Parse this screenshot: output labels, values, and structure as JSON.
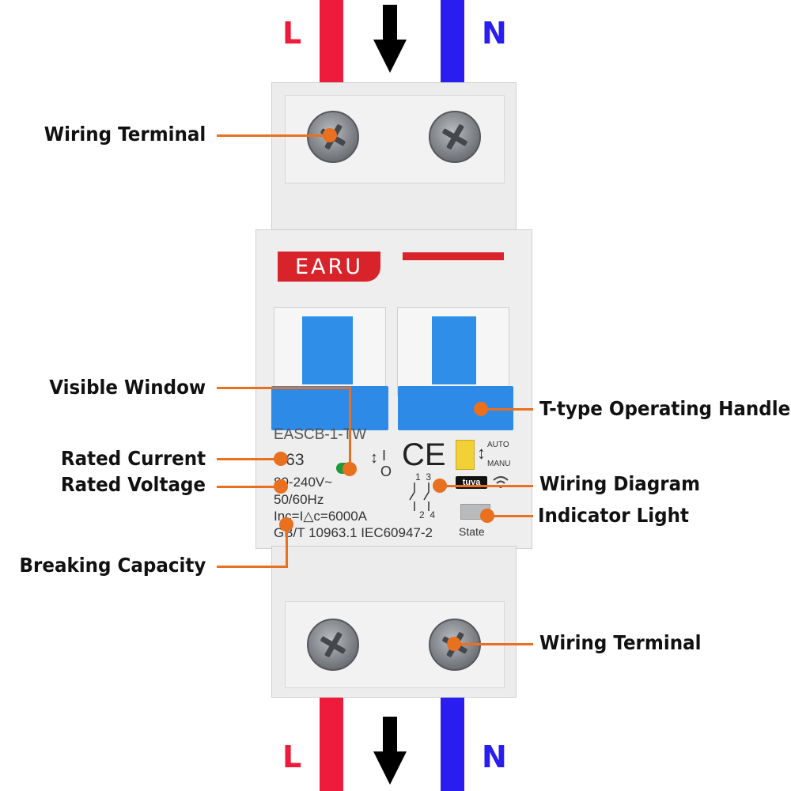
{
  "wires": {
    "line_label": "L",
    "neutral_label": "N"
  },
  "brand": {
    "logo_text": "EARU"
  },
  "device": {
    "model": "EASCB-1-TW",
    "rated_current": "C63",
    "rated_voltage": "80-240V~",
    "frequency": "50/60Hz",
    "breaking_capacity": "Inc=I△c=6000A",
    "standards": "GB/T 10963.1 IEC60947-2",
    "ce_mark": "CE",
    "switch_on": "I",
    "switch_off": "O",
    "mode_auto": "AUTO",
    "mode_manu": "MANU",
    "terminal_top": "1  3",
    "terminal_bottom": "2  4",
    "brand_badge": "tuya",
    "state_label": "State"
  },
  "callouts": {
    "wiring_terminal_top": "Wiring Terminal",
    "visible_window": "Visible Window",
    "rated_current": "Rated Current",
    "rated_voltage": "Rated Voltage",
    "breaking_capacity": "Breaking Capacity",
    "operating_handle": "T-type Operating Handle",
    "wiring_diagram": "Wiring Diagram",
    "indicator_light": "Indicator Light",
    "wiring_terminal_bottom": "Wiring Terminal"
  },
  "colors": {
    "line_wire": "#ee1c3a",
    "neutral_wire": "#2a1df0",
    "callout_orange": "#e8701f",
    "handle_blue": "#2d8ae6",
    "brand_red": "#d8232a"
  },
  "icons": [
    "arrow-down-icon",
    "screw-icon",
    "wifi-icon"
  ]
}
